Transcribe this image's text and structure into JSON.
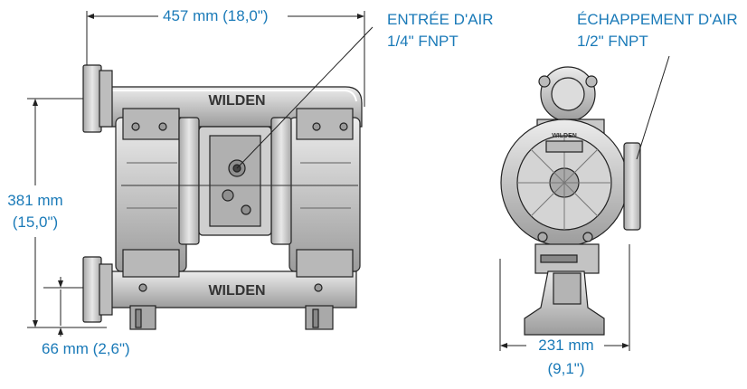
{
  "brand": "WILDEN",
  "colors": {
    "dimension_text": "#1a7ab8",
    "line": "#222222",
    "body_fill": "#c8c8c8",
    "body_dark": "#9a9a9a",
    "body_light": "#e6e6e6"
  },
  "dimensions": {
    "width_top": "457 mm (18,0\")",
    "height_left_1": "381 mm",
    "height_left_2": "(15,0\")",
    "bottom_left": "66 mm (2,6\")",
    "width_bottom_1": "231 mm",
    "width_bottom_2": "(9,1\")"
  },
  "callouts": {
    "air_inlet_1": "ENTRÉE D'AIR",
    "air_inlet_2": "1/4\" FNPT",
    "air_exhaust_1": "ÉCHAPPEMENT D'AIR",
    "air_exhaust_2": "1/2\" FNPT"
  }
}
